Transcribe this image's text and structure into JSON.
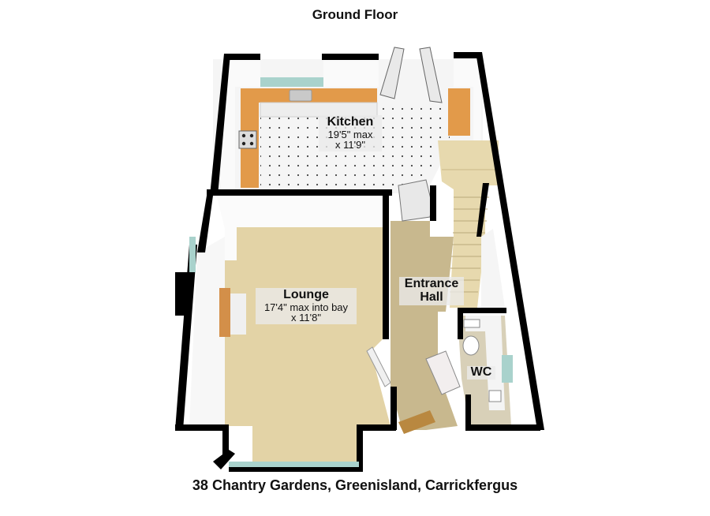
{
  "plan": {
    "title": "Ground Floor",
    "address": "38 Chantry Gardens, Greenisland, Carrickfergus"
  },
  "rooms": {
    "kitchen": {
      "name": "Kitchen",
      "dim1": "19'5\" max",
      "dim2": "x 11'9\""
    },
    "lounge": {
      "name": "Lounge",
      "dim1": "17'4\" max into bay",
      "dim2": "x 11'8\""
    },
    "hall": {
      "name": "Entrance",
      "name2": "Hall"
    },
    "wc": {
      "name": "WC"
    }
  },
  "colors": {
    "wall": "#000000",
    "wall_inner": "#f4f4f4",
    "kitchen_floor": "#f7f7f7",
    "carpet": "#e3d3a6",
    "hall_floor": "#c9b98f",
    "worktop": "#e29a4a",
    "window": "#a8cfc9",
    "stairs": "#e9dcb3"
  }
}
